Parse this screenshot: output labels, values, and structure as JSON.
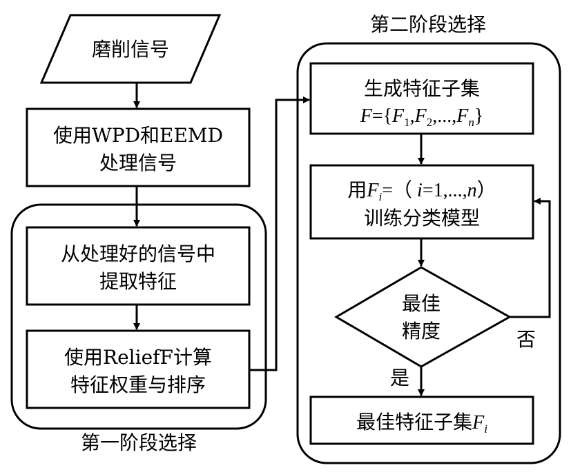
{
  "stage_labels": {
    "stage1": "第一阶段选择",
    "stage2": "第二阶段选择"
  },
  "left": {
    "input": "磨削信号",
    "step1_line1": "使用WPD和EEMD",
    "step1_line2": "处理信号",
    "step2_line1": "从处理好的信号中",
    "step2_line2": "提取特征",
    "step3_line1": "使用ReliefF计算",
    "step3_line2": "特征权重与排序"
  },
  "right": {
    "gen_line1": "生成特征子集",
    "gen_F": "F",
    "gen_eq": "={",
    "gen_F1": "F",
    "gen_sub1": "1",
    "gen_comma1": ",",
    "gen_F2": "F",
    "gen_sub2": "2",
    "gen_dots": ",...,",
    "gen_Fn": "F",
    "gen_subn": "n",
    "gen_close": "}",
    "train_yong": "用",
    "train_F": "F",
    "train_sub": "i",
    "train_eq": "=（ ",
    "train_i": "i",
    "train_range": "=1,...,",
    "train_n": "n",
    "train_close": "）",
    "train_line2": "训练分类模型",
    "decision_line1": "最佳",
    "decision_line2": "精度",
    "no_label": "否",
    "yes_label": "是",
    "best_text": "最佳特征子集",
    "best_F": "F",
    "best_sub": "i"
  },
  "colors": {
    "stroke": "#000000",
    "fill": "#ffffff"
  }
}
